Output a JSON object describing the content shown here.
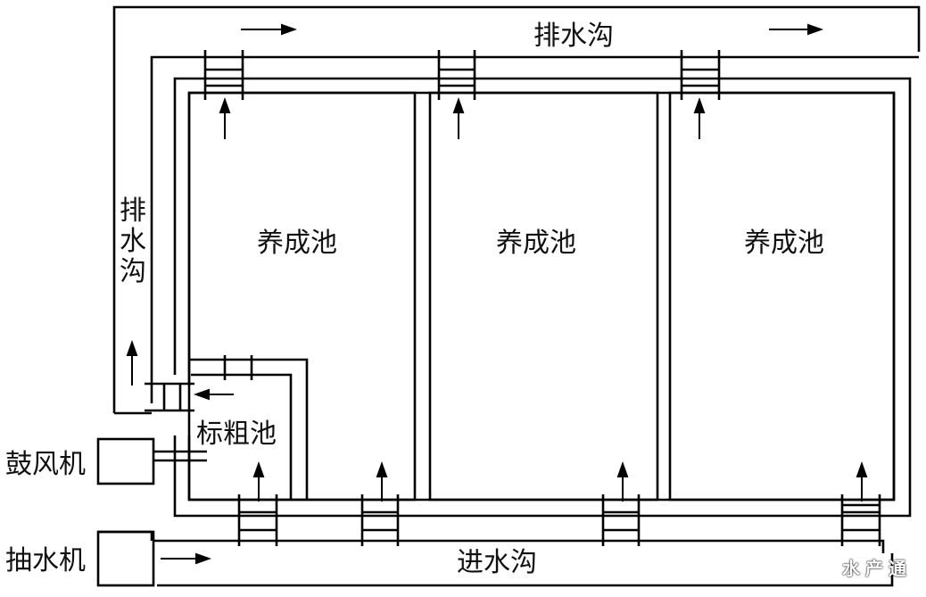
{
  "labels": {
    "drain_top": "排水沟",
    "drain_left": [
      "排",
      "水",
      "沟"
    ],
    "pond_1": "养成池",
    "pond_2": "养成池",
    "pond_3": "养成池",
    "nursery": "标粗池",
    "blower": "鼓风机",
    "pump": "抽水机",
    "inlet_channel": "进水沟"
  },
  "watermark": "水产通",
  "colors": {
    "line": "#000000",
    "text": "#111111",
    "background": "#ffffff"
  },
  "icons": [
    "arrow-right-icon",
    "arrow-up-icon",
    "arrow-left-icon"
  ]
}
